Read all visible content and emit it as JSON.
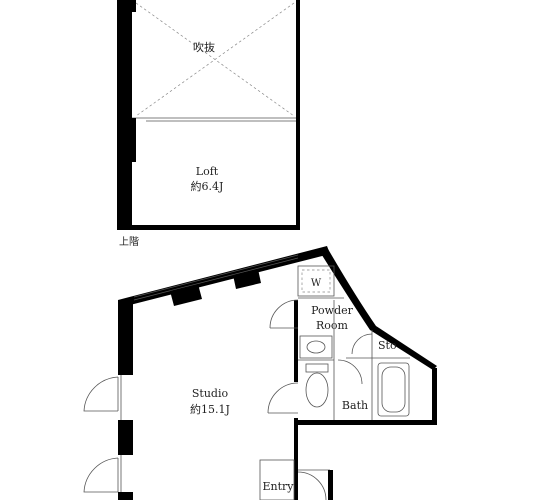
{
  "upper_floor": {
    "label": "上階",
    "void": {
      "name": "吹抜"
    },
    "loft": {
      "name": "Loft",
      "area": "約6.4J"
    }
  },
  "main_floor": {
    "studio": {
      "name": "Studio",
      "area": "約15.1J"
    },
    "powder_room": {
      "line1": "Powder",
      "line2": "Room"
    },
    "washer": {
      "label": "W"
    },
    "storage": {
      "label": "Sto"
    },
    "bath": {
      "label": "Bath"
    },
    "entry": {
      "label": "Entry"
    }
  }
}
